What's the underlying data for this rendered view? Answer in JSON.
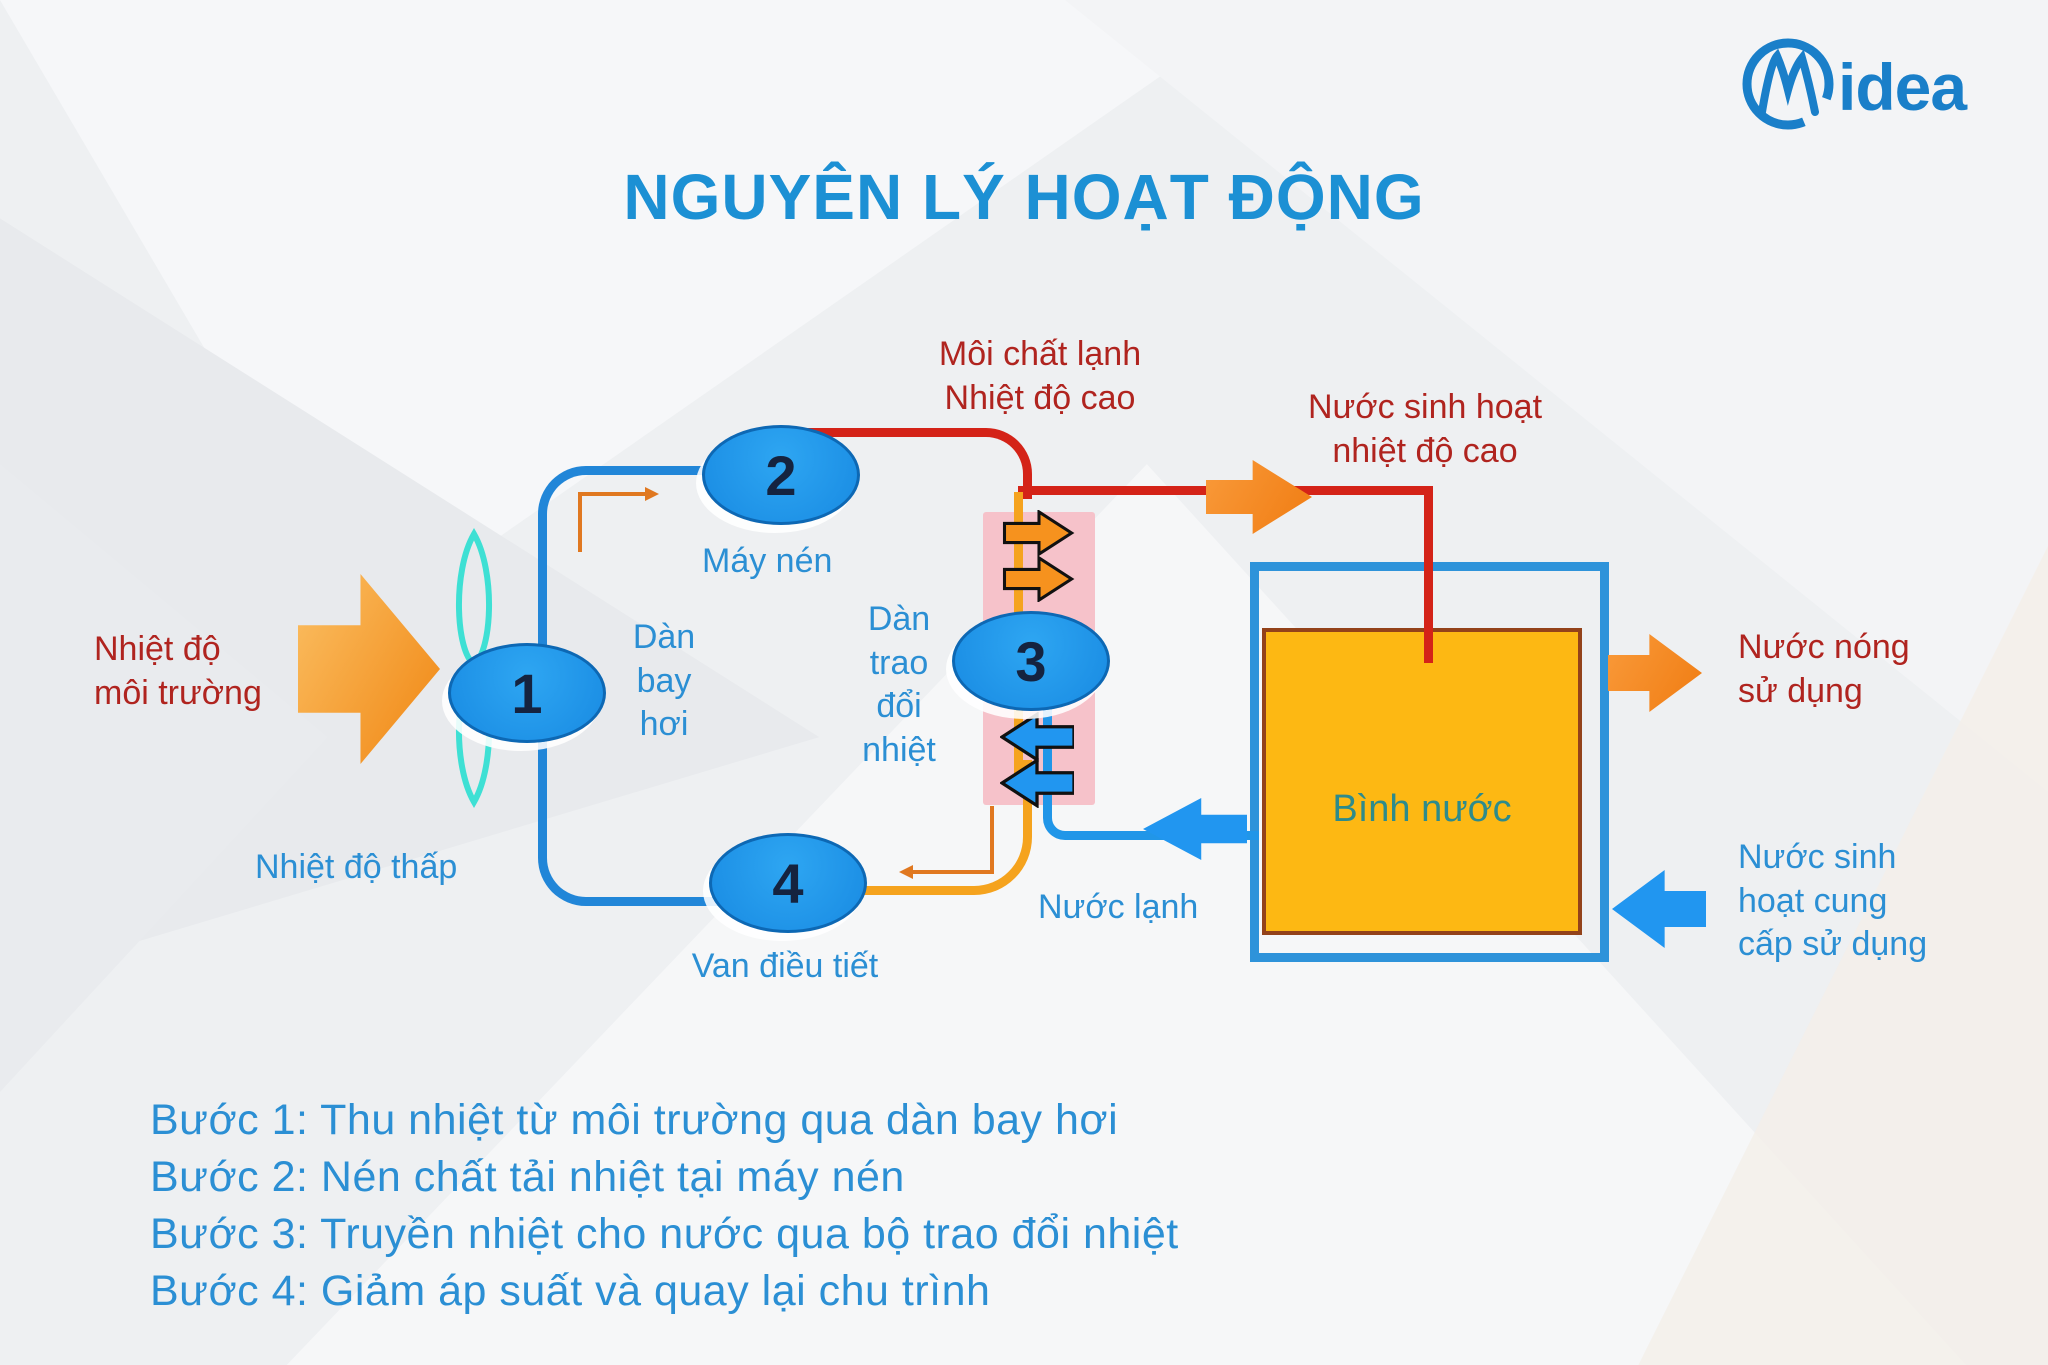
{
  "brand": {
    "name": "Midea"
  },
  "title": "NGUYÊN LÝ HOẠT ĐỘNG",
  "nodes": {
    "n1": "1",
    "n2": "2",
    "n3": "3",
    "n4": "4"
  },
  "labels": {
    "ambient_temp": "Nhiệt độ\nmôi trường",
    "low_temp": "Nhiệt độ thấp",
    "evaporator": "Dàn\nbay\nhơi",
    "compressor": "Máy nén",
    "heat_exchanger": "Dàn\ntrao\nđổi\nnhiệt",
    "expansion_valve": "Van điều tiết",
    "refrigerant_hot": "Môi chất lạnh\nNhiệt độ cao",
    "domestic_water_hot": "Nước sinh hoạt\nnhiệt độ cao",
    "hot_water_use": "Nước nóng\nsử dụng",
    "domestic_water_supply": "Nước sinh\nhoạt cung\ncấp sử dụng",
    "cold_water": "Nước lạnh",
    "water_tank": "Bình nước"
  },
  "steps": [
    "Bước 1: Thu nhiệt từ môi trường qua dàn bay hơi",
    "Bước 2: Nén chất tải nhiệt tại máy nén",
    "Bước 3: Truyền nhiệt cho nước qua bộ trao đổi nhiệt",
    "Bước 4: Giảm áp suất và quay lại chu trình"
  ],
  "colors": {
    "title_blue": "#1c90d4",
    "label_blue": "#2b8fd4",
    "label_red": "#b0241f",
    "tank_label_teal": "#2e8b8b",
    "pipe_blue": "#2186d8",
    "pipe_red": "#d42318",
    "pipe_orange": "#f5a31e",
    "node_fill": "#1e97ec",
    "fan_cyan": "#3ee0d4",
    "exchanger_pink": "#f6c2ca",
    "tank_fill": "#fdb813",
    "arrow_orange": "#f6871f",
    "arrow_blue": "#2196f0"
  }
}
